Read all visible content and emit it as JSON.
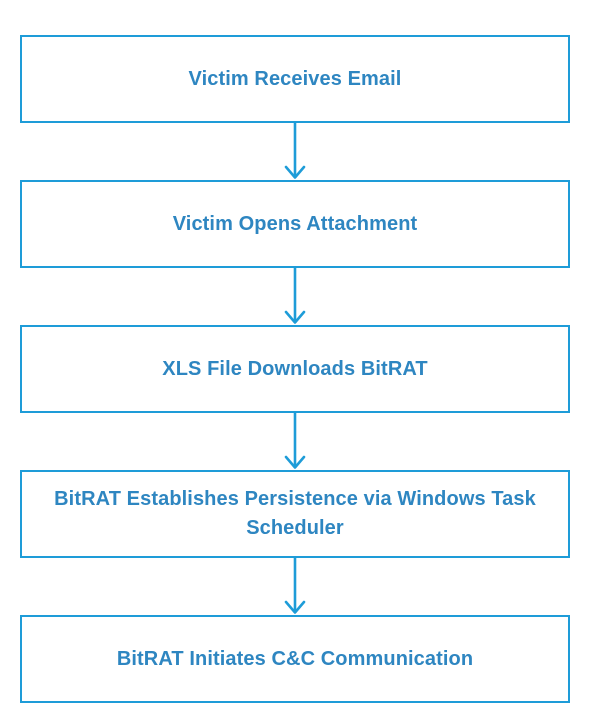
{
  "diagram": {
    "type": "flowchart",
    "direction": "top-down",
    "steps": [
      {
        "label": "Victim Receives Email"
      },
      {
        "label": "Victim Opens Attachment"
      },
      {
        "label": "XLS File Downloads BitRAT"
      },
      {
        "label": "BitRAT Establishes Persistence via Windows Task Scheduler"
      },
      {
        "label": "BitRAT Initiates C&C Communication"
      }
    ],
    "connector": "arrow-down"
  },
  "theme": {
    "background": "#FFFFFF",
    "box_border_color": "#1E9CD8",
    "text_color": "#2E86C1",
    "arrow_color": "#1E9CD8"
  }
}
